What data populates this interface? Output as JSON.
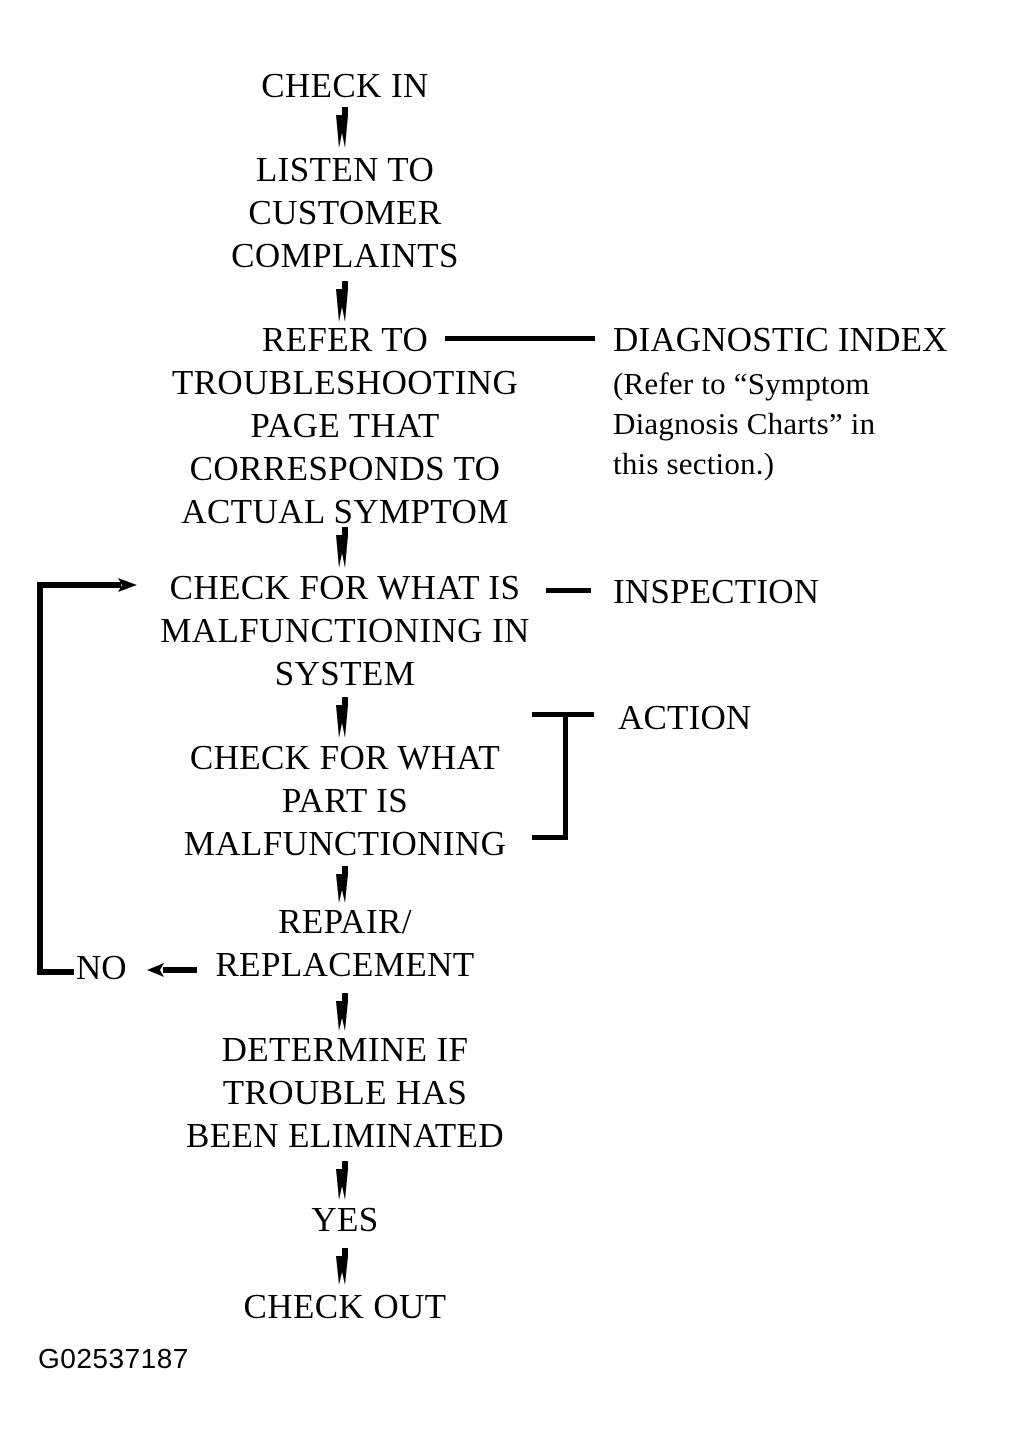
{
  "document": {
    "type": "troubleshooting-flowchart",
    "figure_code": "G02537187",
    "ink_color": "#000000",
    "background_color": "#ffffff"
  },
  "flow": {
    "steps": [
      {
        "id": "check-in",
        "label": "CHECK IN"
      },
      {
        "id": "listen-complaints",
        "label": "LISTEN TO\nCUSTOMER\nCOMPLAINTS"
      },
      {
        "id": "refer-troubleshooting",
        "label": "REFER TO\nTROUBLESHOOTING\nPAGE THAT\nCORRESPONDS TO\nACTUAL SYMPTOM"
      },
      {
        "id": "check-system",
        "label": "CHECK FOR WHAT IS\nMALFUNCTIONING IN\nSYSTEM"
      },
      {
        "id": "check-part",
        "label": "CHECK FOR WHAT\nPART IS\nMALFUNCTIONING"
      },
      {
        "id": "repair-replacement",
        "label": "REPAIR/\nREPLACEMENT"
      },
      {
        "id": "determine-eliminated",
        "label": "DETERMINE IF\nTROUBLE HAS\nBEEN ELIMINATED"
      },
      {
        "id": "yes",
        "label": "YES"
      },
      {
        "id": "check-out",
        "label": "CHECK OUT"
      }
    ],
    "branch_no_label": "NO"
  },
  "annotations": [
    {
      "id": "diagnostic-index",
      "title": "DIAGNOSTIC INDEX",
      "note": "(Refer to “Symptom\nDiagnosis Charts” in\nthis section.)",
      "leader": "long-dash"
    },
    {
      "id": "inspection",
      "title": "INSPECTION",
      "note": "",
      "leader": "short-dash"
    },
    {
      "id": "action",
      "title": "ACTION",
      "note": "",
      "leader": "bracket"
    }
  ],
  "connectors": {
    "down_arrow_count": 8,
    "loop_back_label": "NO",
    "loop_back_target": "check-system"
  }
}
